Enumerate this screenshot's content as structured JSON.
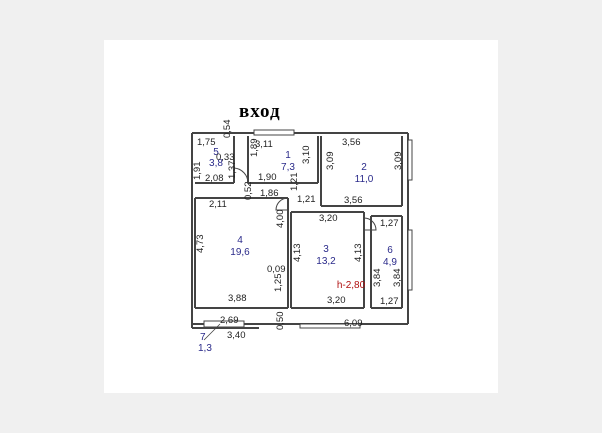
{
  "title": "вход",
  "colors": {
    "wall": "#444444",
    "dim_text": "#222222",
    "room_text": "#2a2a8a",
    "ceiling_text": "#b01010"
  },
  "rooms": [
    {
      "number": "1",
      "area": "7,3"
    },
    {
      "number": "2",
      "area": "11,0"
    },
    {
      "number": "3",
      "area": "13,2"
    },
    {
      "number": "4",
      "area": "19,6"
    },
    {
      "number": "5",
      "area": "3,8"
    },
    {
      "number": "6",
      "area": "4,9"
    },
    {
      "number": "7",
      "area": "1,3"
    }
  ],
  "ceiling_height": "h-2,80",
  "dimensions": [
    "1,75",
    "0,54",
    "0,33",
    "1,91",
    "1,37",
    "2,08",
    "3,11",
    "1,89",
    "3,10",
    "0,52",
    "1,90",
    "1,86",
    "1,21",
    "1,21",
    "3,56",
    "3,09",
    "3,09",
    "3,56",
    "2,11",
    "4,73",
    "4,00",
    "0,09",
    "1,25",
    "3,88",
    "3,20",
    "4,13",
    "4,13",
    "3,20",
    "1,27",
    "3,84",
    "3,84",
    "1,27",
    "2,69",
    "3,40",
    "0,50",
    "6,09"
  ]
}
